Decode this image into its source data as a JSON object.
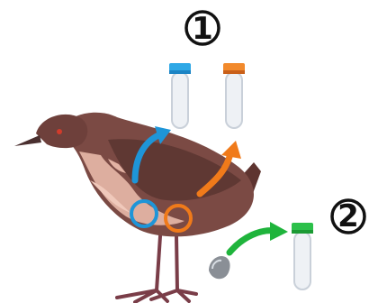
{
  "steps": [
    {
      "number": "1"
    },
    {
      "number": "2"
    }
  ],
  "colors": {
    "blue": "#1e95d8",
    "orange": "#f07a1a",
    "green": "#1fb43c",
    "bird_body": "#7b4a44",
    "bird_light": "#e3b3a4",
    "legs": "#7a3d48",
    "tube_glass": "#e8ecf1"
  },
  "icons": [
    "bird-illustration",
    "sample-tube-blue-cap",
    "sample-tube-orange-cap",
    "sample-tube-green-cap",
    "droppings-icon"
  ]
}
